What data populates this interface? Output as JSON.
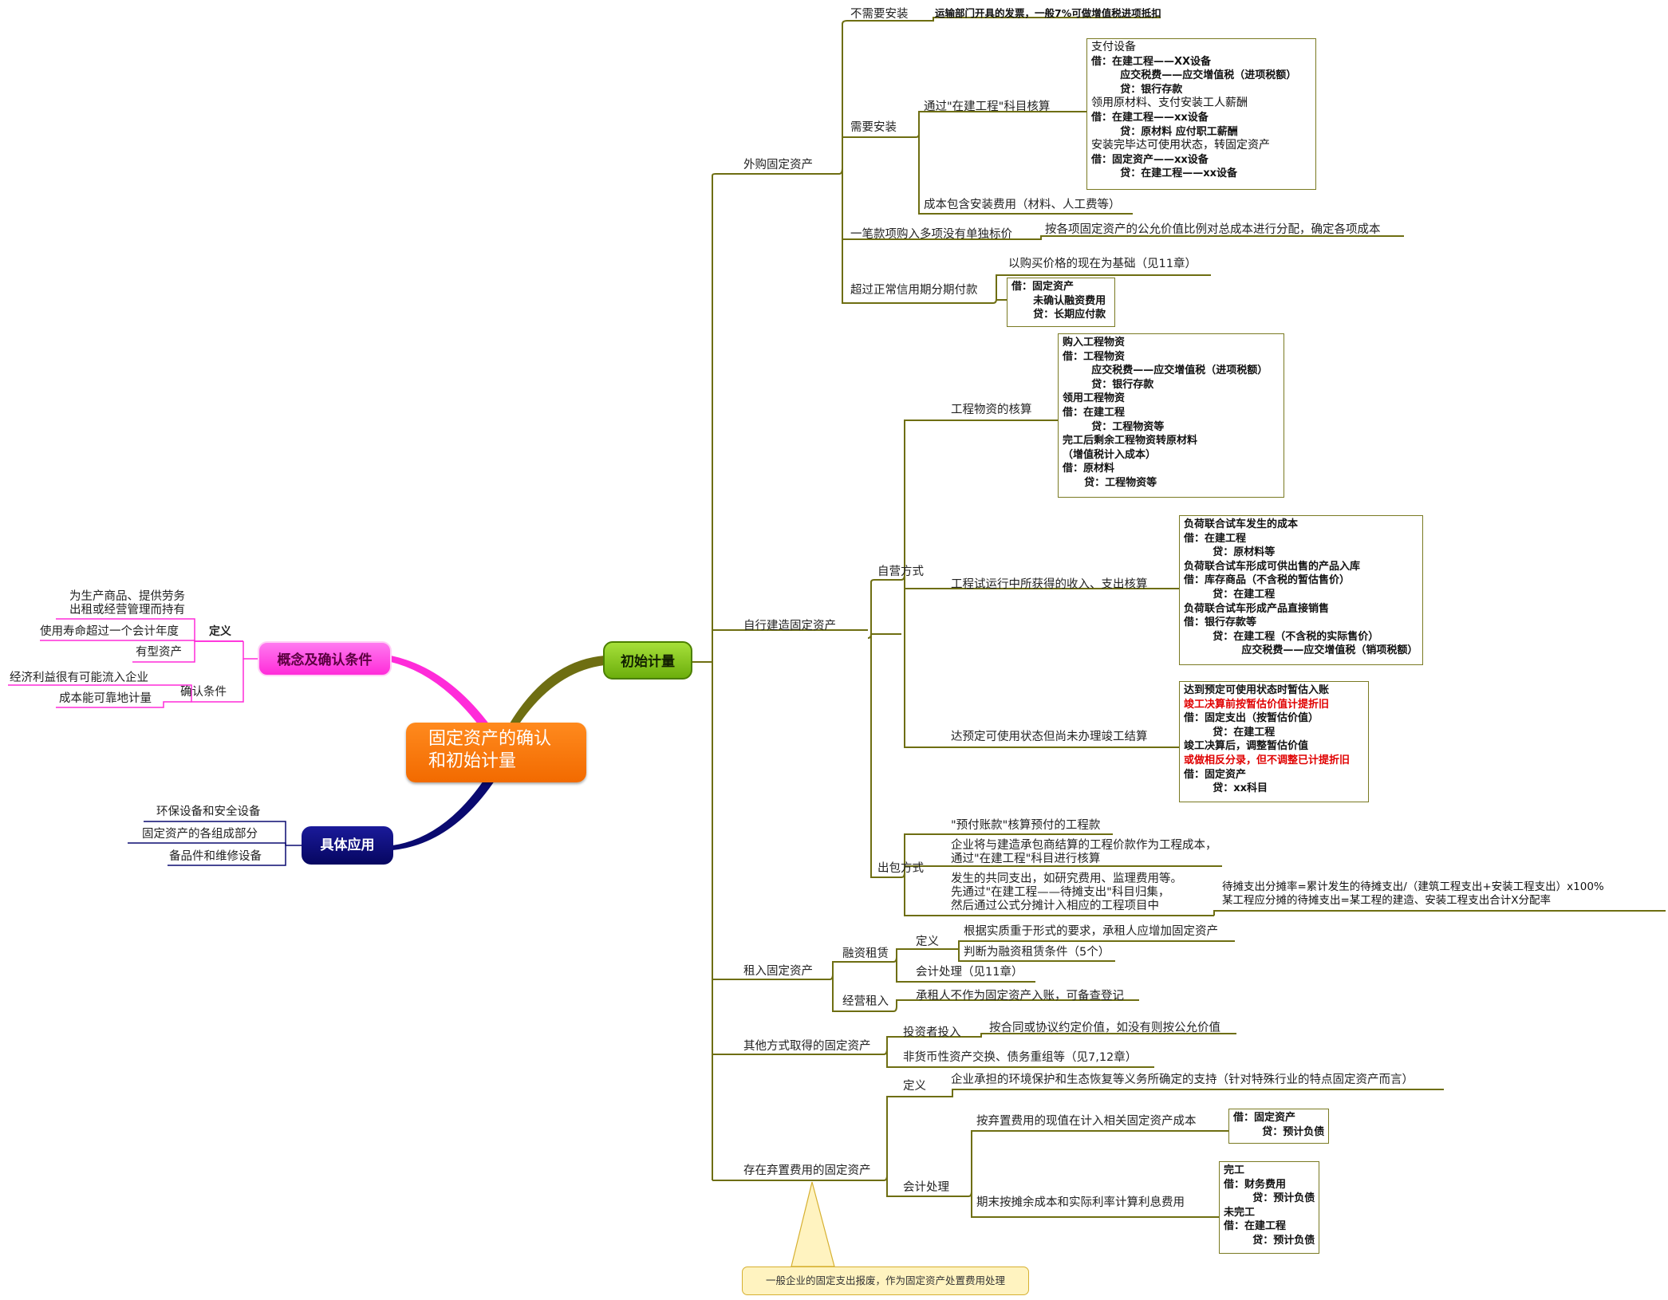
{
  "center": "固定资产的确认\n和初始计量",
  "branches": {
    "concept": "概念及确认条件",
    "application": "具体应用",
    "initial": "初始计量"
  },
  "concept": {
    "definition_label": "定义",
    "def_items": [
      "为生产商品、提供劳务\n出租或经营管理而持有",
      "使用寿命超过一个会计年度",
      "有型资产"
    ],
    "recognition_label": "确认条件",
    "rec_items": [
      "经济利益很有可能流入企业",
      "成本能可靠地计量"
    ]
  },
  "application": {
    "items": [
      "环保设备和安全设备",
      "固定资产的各组成部分",
      "备品件和维修设备"
    ]
  },
  "purchase": {
    "label": "外购固定资产",
    "no_install": "不需要安装",
    "no_install_note": "运输部门开具的发票，一般7%可做增值税进项抵扣",
    "install": "需要安装",
    "via_cip": "通过\"在建工程\"科目核算",
    "cip_box": [
      {
        "t": "支付设备",
        "w": "n"
      },
      {
        "t": "借：在建工程——XX设备",
        "w": "b"
      },
      {
        "t": "        应交税费——应交增值税（进项税额）",
        "w": "b"
      },
      {
        "t": "        贷：银行存款",
        "w": "b"
      },
      {
        "t": "领用原材料、支付安装工人薪酬",
        "w": "n"
      },
      {
        "t": "借：在建工程——xx设备",
        "w": "b"
      },
      {
        "t": "        贷：原材料 应付职工薪酬",
        "w": "b"
      },
      {
        "t": "安装完毕达可使用状态，转固定资产",
        "w": "n"
      },
      {
        "t": "借：固定资产——xx设备",
        "w": "b"
      },
      {
        "t": "        贷：在建工程——xx设备",
        "w": "b"
      }
    ],
    "install_cost": "成本包含安装费用（材料、人工费等）",
    "lump": "一笔款项购入多项没有单独标价",
    "lump_note": "按各项固定资产的公允价值比例对总成本进行分配，确定各项成本",
    "deferred": "超过正常信用期分期付款",
    "deferred_note": "以购买价格的现在为基础（见11章）",
    "deferred_box": [
      {
        "t": "借：固定资产",
        "w": "b"
      },
      {
        "t": "      未确认融资费用",
        "w": "b"
      },
      {
        "t": "      贷：长期应付款",
        "w": "b"
      }
    ]
  },
  "self_build": {
    "label": "自行建造固定资产",
    "self_label": "自营方式",
    "materials": "工程物资的核算",
    "materials_box": [
      {
        "t": "购入工程物资",
        "w": "b"
      },
      {
        "t": "借：工程物资",
        "w": "b"
      },
      {
        "t": "        应交税费——应交增值税（进项税额）",
        "w": "b"
      },
      {
        "t": "        贷：银行存款",
        "w": "b"
      },
      {
        "t": "领用工程物资",
        "w": "b"
      },
      {
        "t": "借：在建工程",
        "w": "b"
      },
      {
        "t": "        贷：工程物资等",
        "w": "b"
      },
      {
        "t": "完工后剩余工程物资转原材料",
        "w": "b"
      },
      {
        "t": "（增值税计入成本）",
        "w": "b"
      },
      {
        "t": "借：原材料",
        "w": "b"
      },
      {
        "t": "      贷：工程物资等",
        "w": "b"
      }
    ],
    "trial": "工程试运行中所获得的收入、支出核算",
    "trial_box": [
      {
        "t": "负荷联合试车发生的成本",
        "w": "b"
      },
      {
        "t": "借：在建工程",
        "w": "b"
      },
      {
        "t": "        贷：原材料等",
        "w": "b"
      },
      {
        "t": "负荷联合试车形成可供出售的产品入库",
        "w": "b"
      },
      {
        "t": "借：库存商品（不含税的暂估售价）",
        "w": "b"
      },
      {
        "t": "        贷：在建工程",
        "w": "b"
      },
      {
        "t": "负荷联合试车形成产品直接销售",
        "w": "b"
      },
      {
        "t": "借：银行存款等",
        "w": "b"
      },
      {
        "t": "        贷：在建工程（不含税的实际售价）",
        "w": "b"
      },
      {
        "t": "                应交税费——应交增值税（销项税额）",
        "w": "b"
      }
    ],
    "ready": "达预定可使用状态但尚未办理竣工结算",
    "ready_box": [
      {
        "t": "达到预定可使用状态时暂估入账",
        "w": "b"
      },
      {
        "t": "竣工决算前按暂估价值计提折旧",
        "w": "r"
      },
      {
        "t": "借：固定支出（按暂估价值）",
        "w": "b"
      },
      {
        "t": "        贷：在建工程",
        "w": "b"
      },
      {
        "t": "竣工决算后，调整暂估价值",
        "w": "b"
      },
      {
        "t": "或做相反分录，但不调整已计提折旧",
        "w": "r"
      },
      {
        "t": "借：固定资产",
        "w": "b"
      },
      {
        "t": "        贷：xx科目",
        "w": "b"
      }
    ],
    "out_label": "出包方式",
    "out_1": "\"预付账款\"核算预付的工程款",
    "out_2": "企业将与建造承包商结算的工程价款作为工程成本，\n通过\"在建工程\"科目进行核算",
    "out_3": "发生的共同支出，如研究费用、监理费用等。\n先通过\"在建工程——待摊支出\"科目归集，\n然后通过公式分摊计入相应的工程项目中",
    "out_3_note": "待摊支出分摊率=累计发生的待摊支出/（建筑工程支出+安装工程支出）x100%\n某工程应分摊的待摊支出=某工程的建造、安装工程支出合计X分配率"
  },
  "lease": {
    "label": "租入固定资产",
    "finance": "融资租赁",
    "def_label": "定义",
    "def_1": "根据实质重于形式的要求，承租人应增加固定资产",
    "def_2": "判断为融资租赁条件（5个）",
    "accounting": "会计处理（见11章）",
    "operating": "经营租入",
    "operating_note": "承租人不作为固定资产入账，可备查登记"
  },
  "other": {
    "label": "其他方式取得的固定资产",
    "investor": "投资者投入",
    "investor_note": "按合同或协议约定价值，如没有则按公允价值",
    "nonmonetary": "非货币性资产交换、债务重组等（见7,12章）"
  },
  "disposal": {
    "label": "存在弃置费用的固定资产",
    "def_label": "定义",
    "def_text": "企业承担的环境保护和生态恢复等义务所确定的支持（针对特殊行业的特点固定资产而言）",
    "acc_label": "会计处理",
    "pv": "按弃置费用的现值在计入相关固定资产成本",
    "pv_box": [
      {
        "t": "借：固定资产",
        "w": "b"
      },
      {
        "t": "        贷：预计负债",
        "w": "b"
      }
    ],
    "interest": "期末按摊余成本和实际利率计算利息费用",
    "interest_box": [
      {
        "t": "完工",
        "w": "b"
      },
      {
        "t": "借：财务费用",
        "w": "b"
      },
      {
        "t": "        贷：预计负债",
        "w": "b"
      },
      {
        "t": "未完工",
        "w": "b"
      },
      {
        "t": "借：在建工程",
        "w": "b"
      },
      {
        "t": "        贷：预计负债",
        "w": "b"
      }
    ],
    "callout": "一般企业的固定支出报废，作为固定资产处置费用处理"
  },
  "colors": {
    "line": "#6e6e12",
    "magenta": "#ff2bd9",
    "navy": "#0a0a70",
    "green": "#7dbe12",
    "orange": "#f26a00",
    "red": "#e00000",
    "note_fill": "#fff3c0"
  }
}
